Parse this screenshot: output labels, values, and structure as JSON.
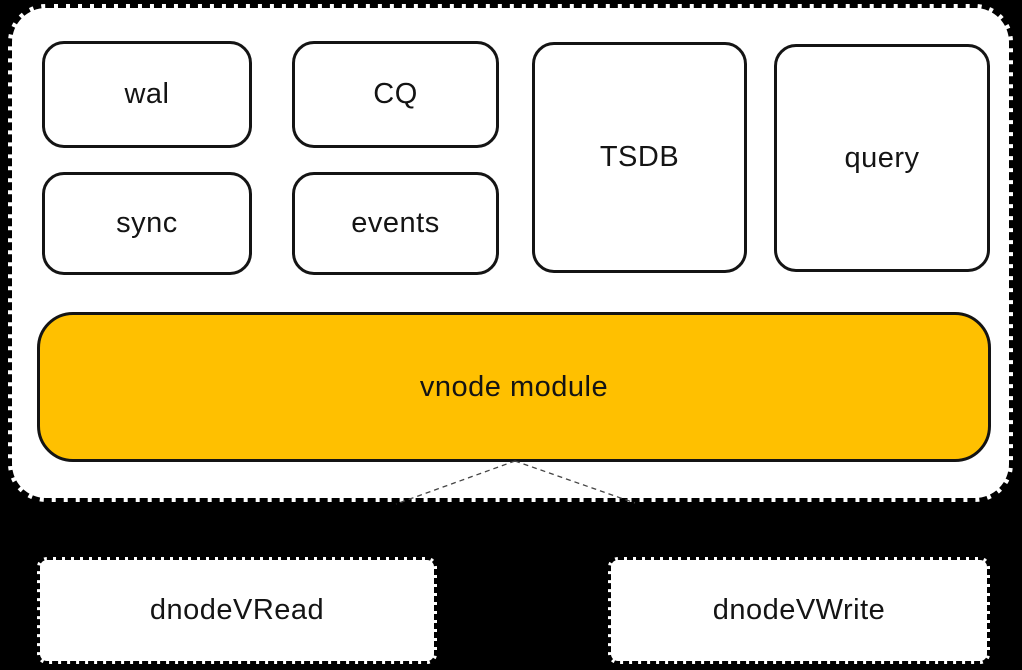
{
  "diagram": {
    "container": {
      "modules": {
        "wal": {
          "label": "wal"
        },
        "cq": {
          "label": "CQ"
        },
        "sync": {
          "label": "sync"
        },
        "events": {
          "label": "events"
        },
        "tsdb": {
          "label": "TSDB"
        },
        "query": {
          "label": "query"
        }
      },
      "vnode": {
        "label": "vnode module"
      }
    },
    "dnodes": {
      "read": {
        "label": "dnodeVRead"
      },
      "write": {
        "label": "dnodeVWrite"
      }
    },
    "colors": {
      "background": "#000000",
      "container_fill": "#FFFFFF",
      "box_border": "#141414",
      "vnode_fill": "#FFC000",
      "dash_border": "#000000",
      "connector": "#444444",
      "text": "#141414"
    }
  }
}
